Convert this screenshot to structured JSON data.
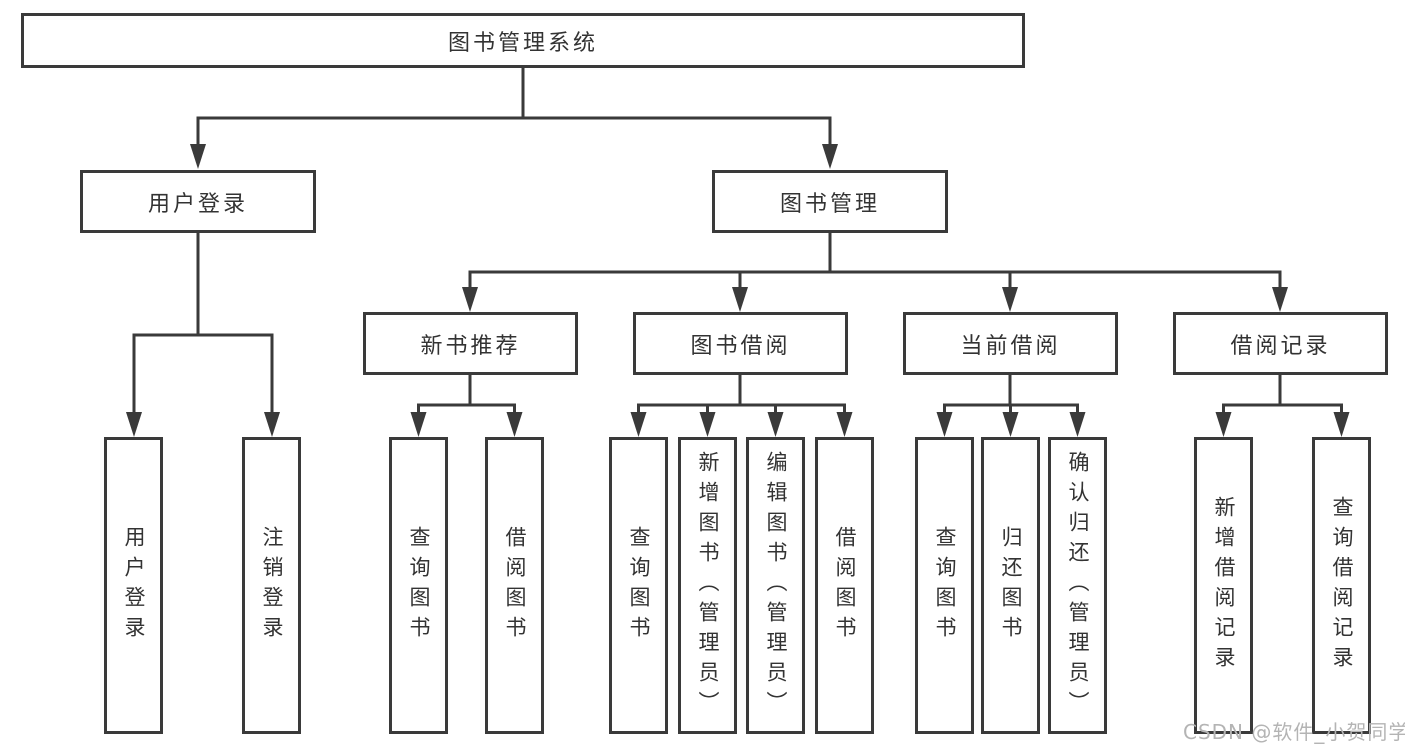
{
  "tree": {
    "label": "图书管理系统",
    "children": [
      {
        "label": "用户登录",
        "children": [
          {
            "label": "用户登录"
          },
          {
            "label": "注销登录"
          }
        ]
      },
      {
        "label": "图书管理",
        "children": [
          {
            "label": "新书推荐",
            "children": [
              {
                "label": "查询图书"
              },
              {
                "label": "借阅图书"
              }
            ]
          },
          {
            "label": "图书借阅",
            "children": [
              {
                "label": "查询图书"
              },
              {
                "label": "新增图书（管理员）"
              },
              {
                "label": "编辑图书（管理员）"
              },
              {
                "label": "借阅图书"
              }
            ]
          },
          {
            "label": "当前借阅",
            "children": [
              {
                "label": "查询图书"
              },
              {
                "label": "归还图书"
              },
              {
                "label": "确认归还（管理员）"
              }
            ]
          },
          {
            "label": "借阅记录",
            "children": [
              {
                "label": "新增借阅记录"
              },
              {
                "label": "查询借阅记录"
              }
            ]
          }
        ]
      }
    ]
  },
  "watermark": {
    "text": "CSDN @软件_小贺同学"
  },
  "colors": {
    "line": "#3a3a3a",
    "box_border": "#3a3a3a",
    "box_fill": "#ffffff",
    "text": "#333333",
    "watermark": "#b4b4b4",
    "background": "#ffffff"
  }
}
